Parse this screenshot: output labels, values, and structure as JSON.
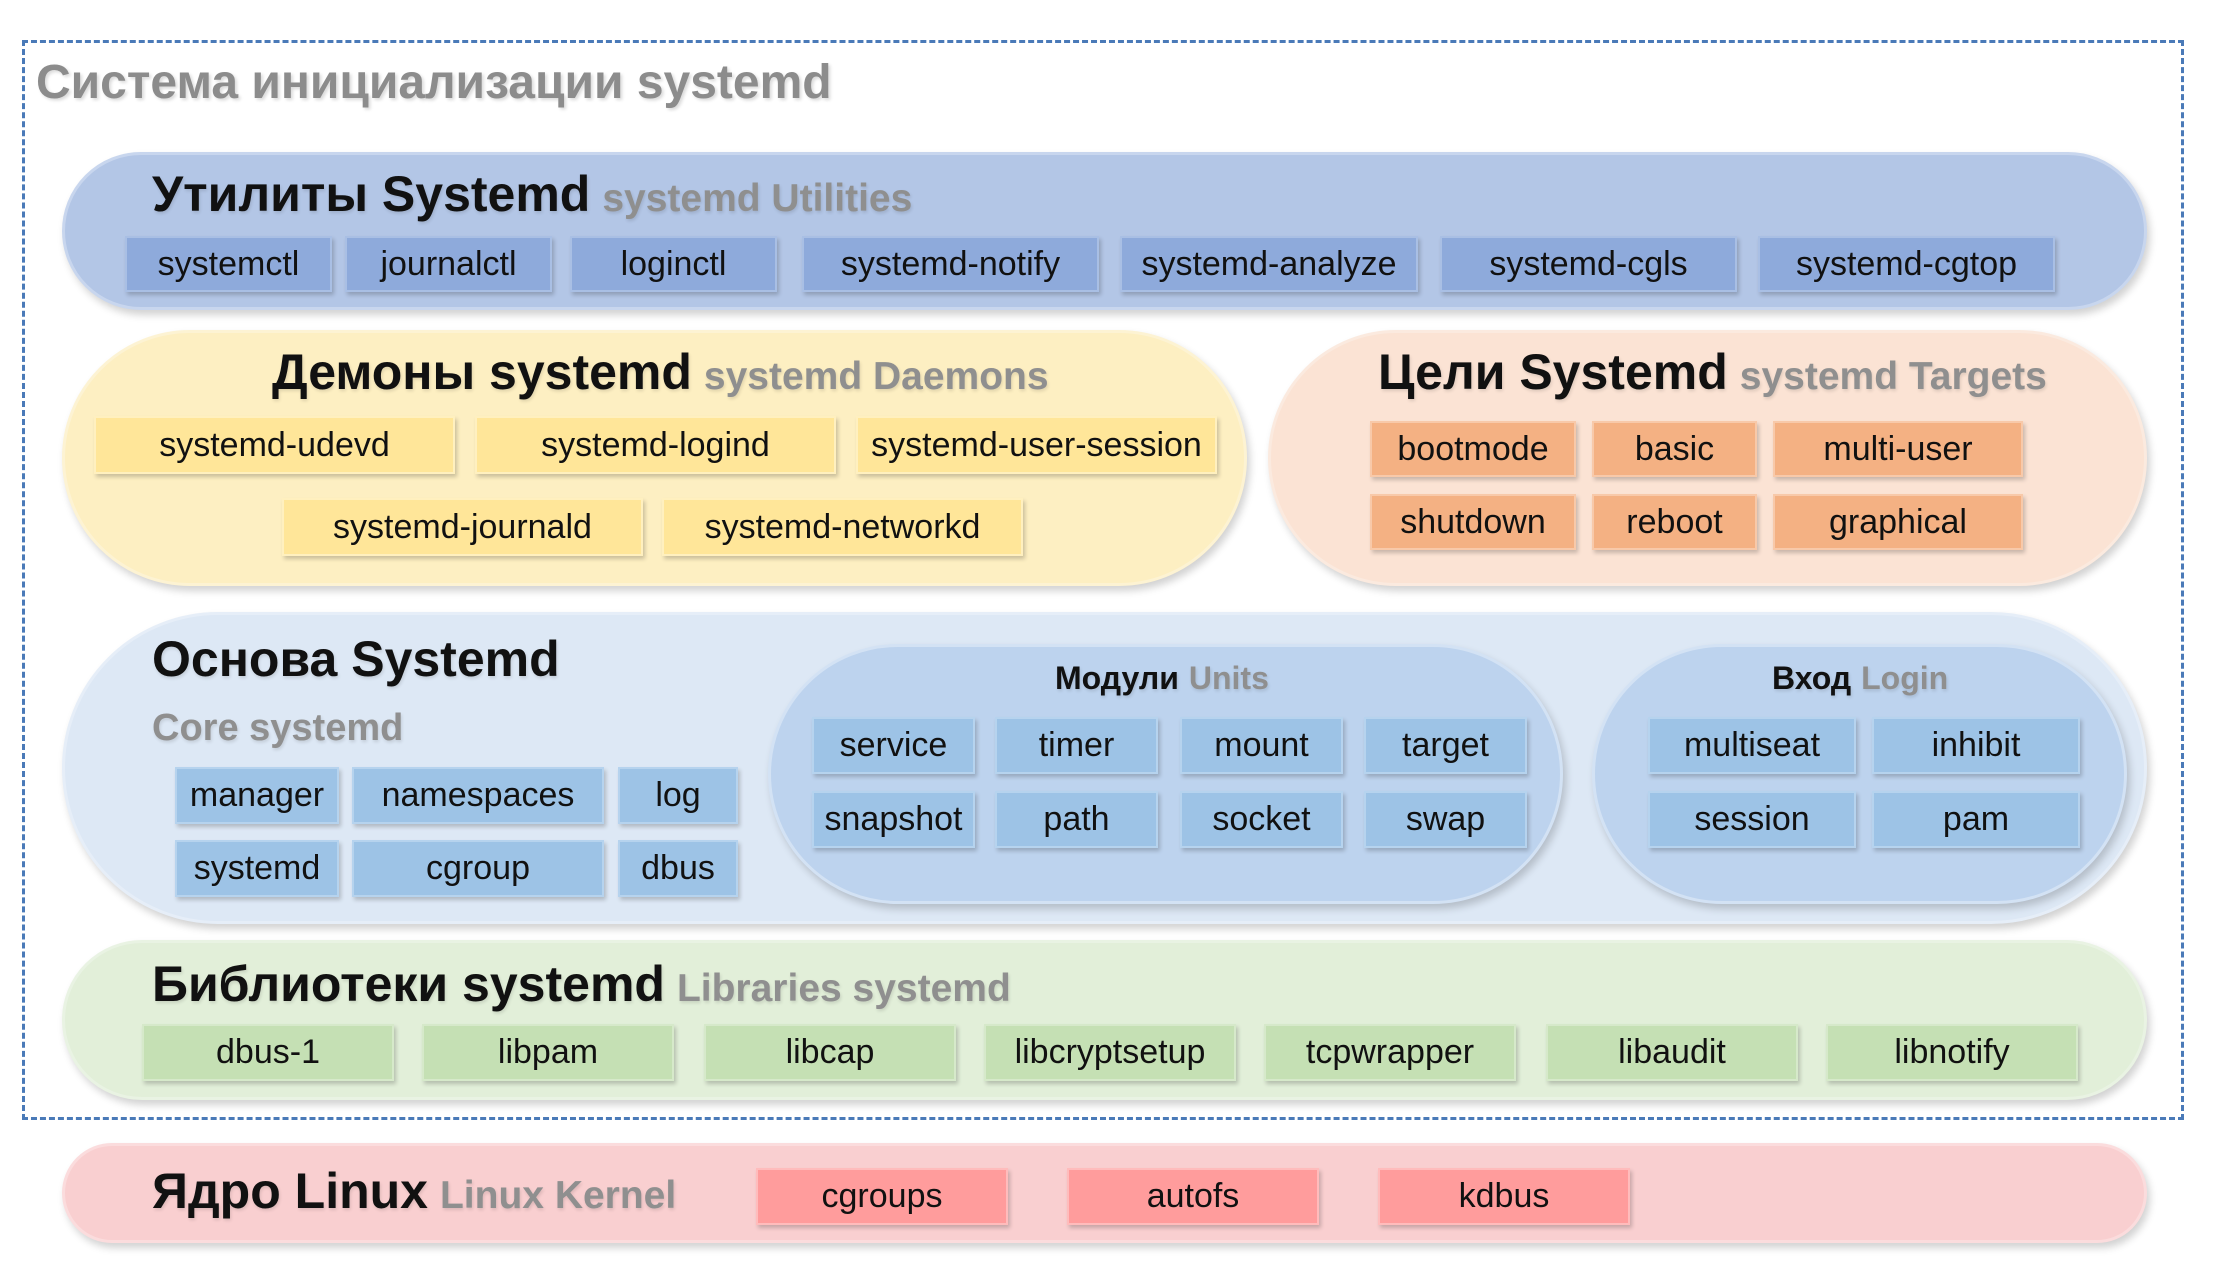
{
  "frame_title": "Система инициализации systemd",
  "utilities": {
    "title": "Утилиты Systemd",
    "subtitle": "systemd Utilities",
    "items": [
      "systemctl",
      "journalctl",
      "loginctl",
      "systemd-notify",
      "systemd-analyze",
      "systemd-cgls",
      "systemd-cgtop"
    ]
  },
  "daemons": {
    "title": "Демоны systemd",
    "subtitle": "systemd Daemons",
    "items": [
      "systemd-udevd",
      "systemd-logind",
      "systemd-user-session",
      "systemd-journald",
      "systemd-networkd"
    ]
  },
  "targets": {
    "title": "Цели Systemd",
    "subtitle": "systemd Targets",
    "items": [
      "bootmode",
      "basic",
      "multi-user",
      "shutdown",
      "reboot",
      "graphical"
    ]
  },
  "core": {
    "title": "Основа Systemd",
    "subtitle": "Core systemd",
    "items": [
      "manager",
      "namespaces",
      "log",
      "systemd",
      "cgroup",
      "dbus"
    ],
    "units": {
      "title": "Модули",
      "subtitle": "Units",
      "items": [
        "service",
        "timer",
        "mount",
        "target",
        "snapshot",
        "path",
        "socket",
        "swap"
      ]
    },
    "login": {
      "title": "Вход",
      "subtitle": "Login",
      "items": [
        "multiseat",
        "inhibit",
        "session",
        "pam"
      ]
    }
  },
  "libraries": {
    "title": "Библиотеки systemd",
    "subtitle": "Libraries systemd",
    "items": [
      "dbus-1",
      "libpam",
      "libcap",
      "libcryptsetup",
      "tcpwrapper",
      "libaudit",
      "libnotify"
    ]
  },
  "kernel": {
    "title": "Ядро Linux",
    "subtitle": "Linux Kernel",
    "items": [
      "cgroups",
      "autofs",
      "kdbus"
    ]
  },
  "colors": {
    "utilities": "#8eaadb",
    "daemons": "#ffe699",
    "targets": "#f4b183",
    "core": "#9dc3e6",
    "libraries": "#c5e0b4",
    "kernel": "#ff9c9c"
  }
}
